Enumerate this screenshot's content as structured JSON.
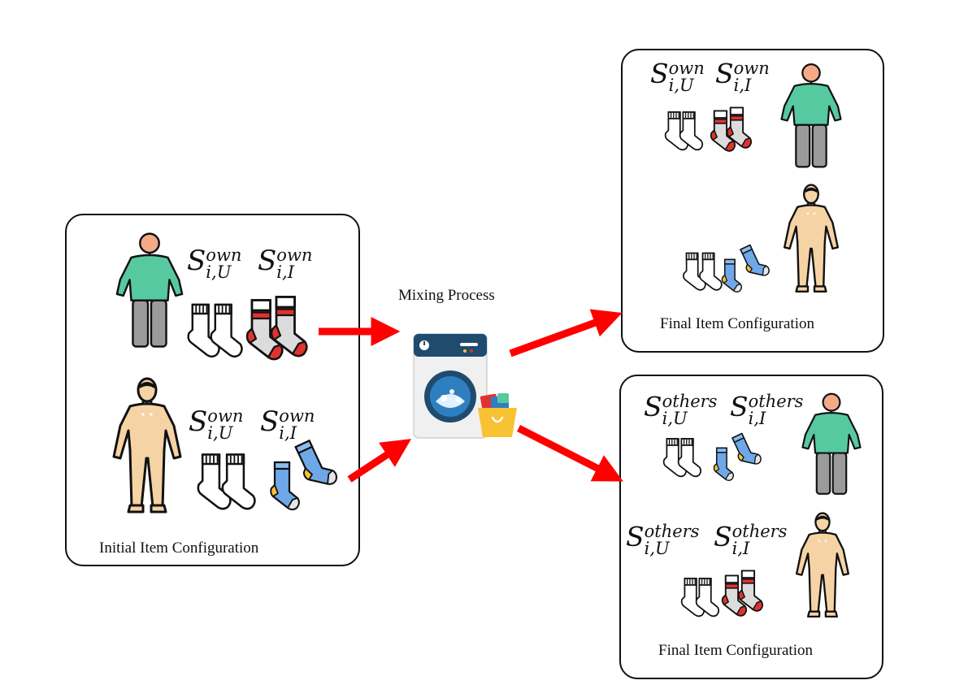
{
  "colors": {
    "arrow": "#ff0000",
    "shirt": "#57c9a1",
    "skin_face": "#f4a987",
    "pants": "#9b9b9b",
    "skin_body": "#f6d3a5",
    "sock_white": "#ffffff",
    "sock_grey": "#dcdcdc",
    "sock_red": "#e0322f",
    "sock_blue": "#6fa8e8",
    "sock_yellow": "#f9c233",
    "machine_body": "#f0f0f0",
    "machine_panel": "#1f4b6e",
    "machine_drum": "#2e7fc0",
    "basket": "#f9c233"
  },
  "initial_box": {
    "caption": "Initial Item Configuration",
    "rows": [
      {
        "person_icon": "person-teal-shirt-icon",
        "symbols": [
          {
            "base": "S",
            "sub": "i,U",
            "sup": "own"
          },
          {
            "base": "S",
            "sub": "i,I",
            "sup": "own"
          }
        ],
        "sock_icons": [
          "white-sock-pair-icon",
          "red-white-sock-pair-icon"
        ]
      },
      {
        "person_icon": "person-beige-icon",
        "symbols": [
          {
            "base": "S",
            "sub": "i,U",
            "sup": "own"
          },
          {
            "base": "S",
            "sub": "i,I",
            "sup": "own"
          }
        ],
        "sock_icons": [
          "white-sock-pair-icon",
          "blue-sock-pair-icon"
        ]
      }
    ]
  },
  "mixing": {
    "label": "Mixing Process",
    "icon": "washing-machine-icon",
    "basket_icon": "laundry-basket-icon"
  },
  "final_top_box": {
    "caption": "Final Item Configuration",
    "symbols": [
      {
        "base": "S",
        "sub": "i,U",
        "sup": "own"
      },
      {
        "base": "S",
        "sub": "i,I",
        "sup": "own"
      }
    ]
  },
  "final_bottom_box": {
    "caption": "Final Item Configuration",
    "rows": [
      {
        "symbols": [
          {
            "base": "S",
            "sub": "i,U",
            "sup": "others"
          },
          {
            "base": "S",
            "sub": "i,I",
            "sup": "others"
          }
        ]
      },
      {
        "symbols": [
          {
            "base": "S",
            "sub": "i,U",
            "sup": "others"
          },
          {
            "base": "S",
            "sub": "i,I",
            "sup": "others"
          }
        ]
      }
    ]
  }
}
